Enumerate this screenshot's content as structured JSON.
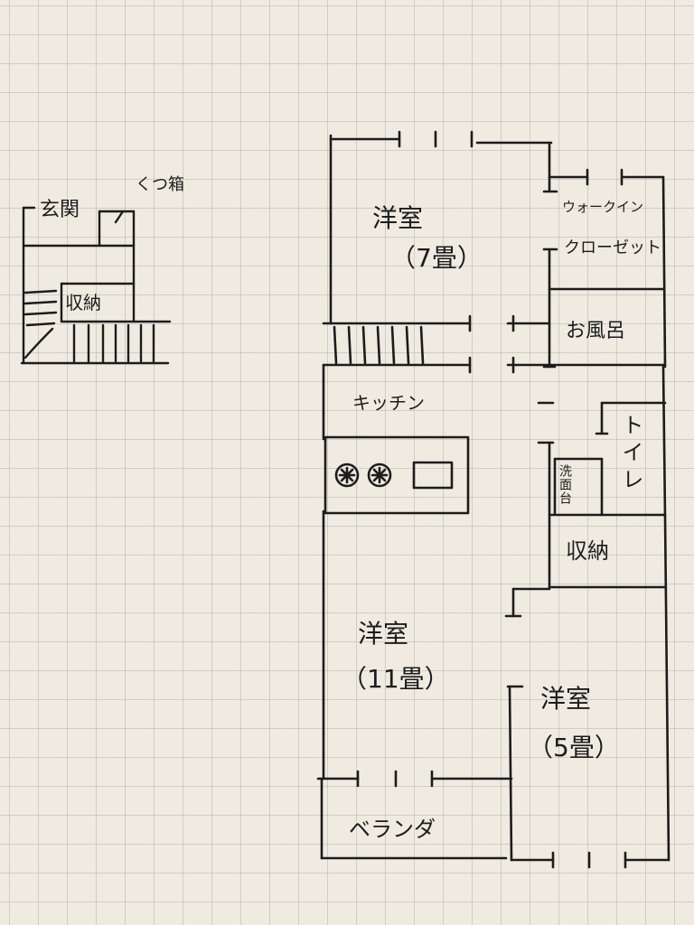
{
  "entrance_sketch": {
    "genkan": "玄関",
    "shoe_box": "くつ箱",
    "storage": "収納"
  },
  "floor_plan": {
    "western_room_7": {
      "name": "洋室",
      "size": "（7畳）"
    },
    "walk_in_closet": {
      "line1": "ウォークイン",
      "line2": "クローゼット"
    },
    "bath": "お風呂",
    "kitchen": "キッチン",
    "toilet": "トイレ",
    "washstand": "洗面台",
    "storage": "収納",
    "western_room_11": {
      "name": "洋室",
      "size": "（11畳）"
    },
    "western_room_5": {
      "name": "洋室",
      "size": "（5畳）"
    },
    "veranda": "ベランダ"
  }
}
